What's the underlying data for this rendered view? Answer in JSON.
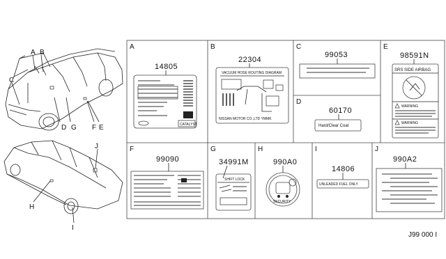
{
  "diagram_code": "J99 000 I",
  "callouts": {
    "top_car": [
      "A",
      "B",
      "C",
      "D",
      "G",
      "F",
      "E"
    ],
    "bottom_car": [
      "J",
      "H",
      "I"
    ]
  },
  "panels": [
    {
      "letter": "A",
      "part_number": "14805",
      "label_text": "CATALYST"
    },
    {
      "letter": "B",
      "part_number": "22304",
      "label_text": "VACUUM HOSE ROUTING DIAGRAM",
      "footer_text": "NISSAN MOTOR CO.,LTD YMMK"
    },
    {
      "letter": "C",
      "part_number": "99053"
    },
    {
      "letter": "D",
      "part_number": "60170",
      "label_text": "Hard/Clear Coat"
    },
    {
      "letter": "E",
      "part_number": "98591N",
      "label_text": "SRS SIDE AIRBAG",
      "warning_1": "WARNING",
      "warning_2": "WARNING"
    },
    {
      "letter": "F",
      "part_number": "99090"
    },
    {
      "letter": "G",
      "part_number": "34991M",
      "label_text": "SHIFT LOCK"
    },
    {
      "letter": "H",
      "part_number": "990A0",
      "label_text": "SECURITY"
    },
    {
      "letter": "I",
      "part_number": "14806",
      "label_text": "UNLEADED FUEL ONLY"
    },
    {
      "letter": "J",
      "part_number": "990A2"
    }
  ]
}
